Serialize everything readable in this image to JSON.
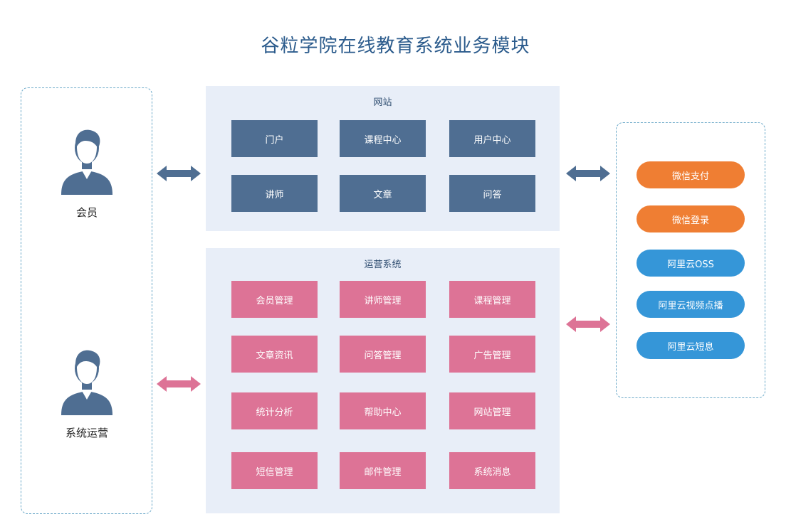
{
  "title": "谷粒学院在线教育系统业务模块",
  "actors": {
    "member": "会员",
    "operations": "系统运营"
  },
  "website": {
    "title": "网站",
    "modules": [
      "门户",
      "课程中心",
      "用户中心",
      "讲师",
      "文章",
      "问答"
    ]
  },
  "operations_system": {
    "title": "运营系统",
    "modules": [
      "会员管理",
      "讲师管理",
      "课程管理",
      "文章资讯",
      "问答管理",
      "广告管理",
      "统计分析",
      "帮助中心",
      "网站管理",
      "短信管理",
      "邮件管理",
      "系统消息"
    ]
  },
  "services": [
    "微信支付",
    "微信登录",
    "阿里云OSS",
    "阿里云视频点播",
    "阿里云短息"
  ],
  "colors": {
    "title": "#2b5b8c",
    "website_module": "#4f6e92",
    "ops_module": "#dd7396",
    "section_bg": "#e8eef8",
    "service_orange": "#ef7e33",
    "service_blue": "#3596d8",
    "arrow_blue": "#4f6e92",
    "arrow_pink": "#dd7396",
    "dashed_border": "#6aa8c8"
  }
}
